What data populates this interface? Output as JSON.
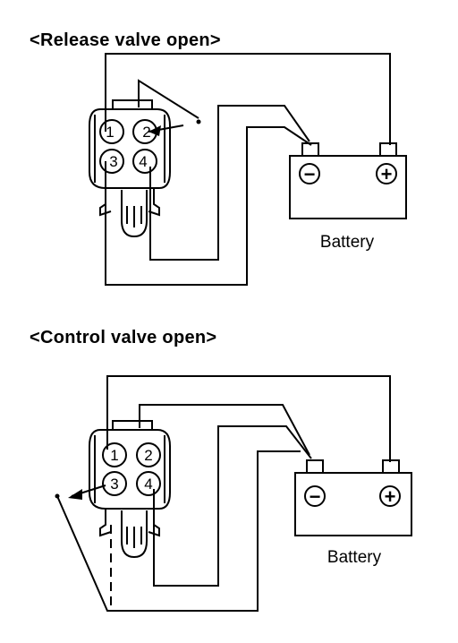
{
  "diagrams": [
    {
      "title": "<Release valve open>",
      "battery_label": "Battery",
      "pins": [
        "1",
        "2",
        "3",
        "4"
      ],
      "terminals": [
        "−",
        "+"
      ]
    },
    {
      "title": "<Control valve open>",
      "battery_label": "Battery",
      "pins": [
        "1",
        "2",
        "3",
        "4"
      ],
      "terminals": [
        "−",
        "+"
      ]
    }
  ],
  "colors": {
    "ink": "#000000",
    "background": "#ffffff"
  }
}
